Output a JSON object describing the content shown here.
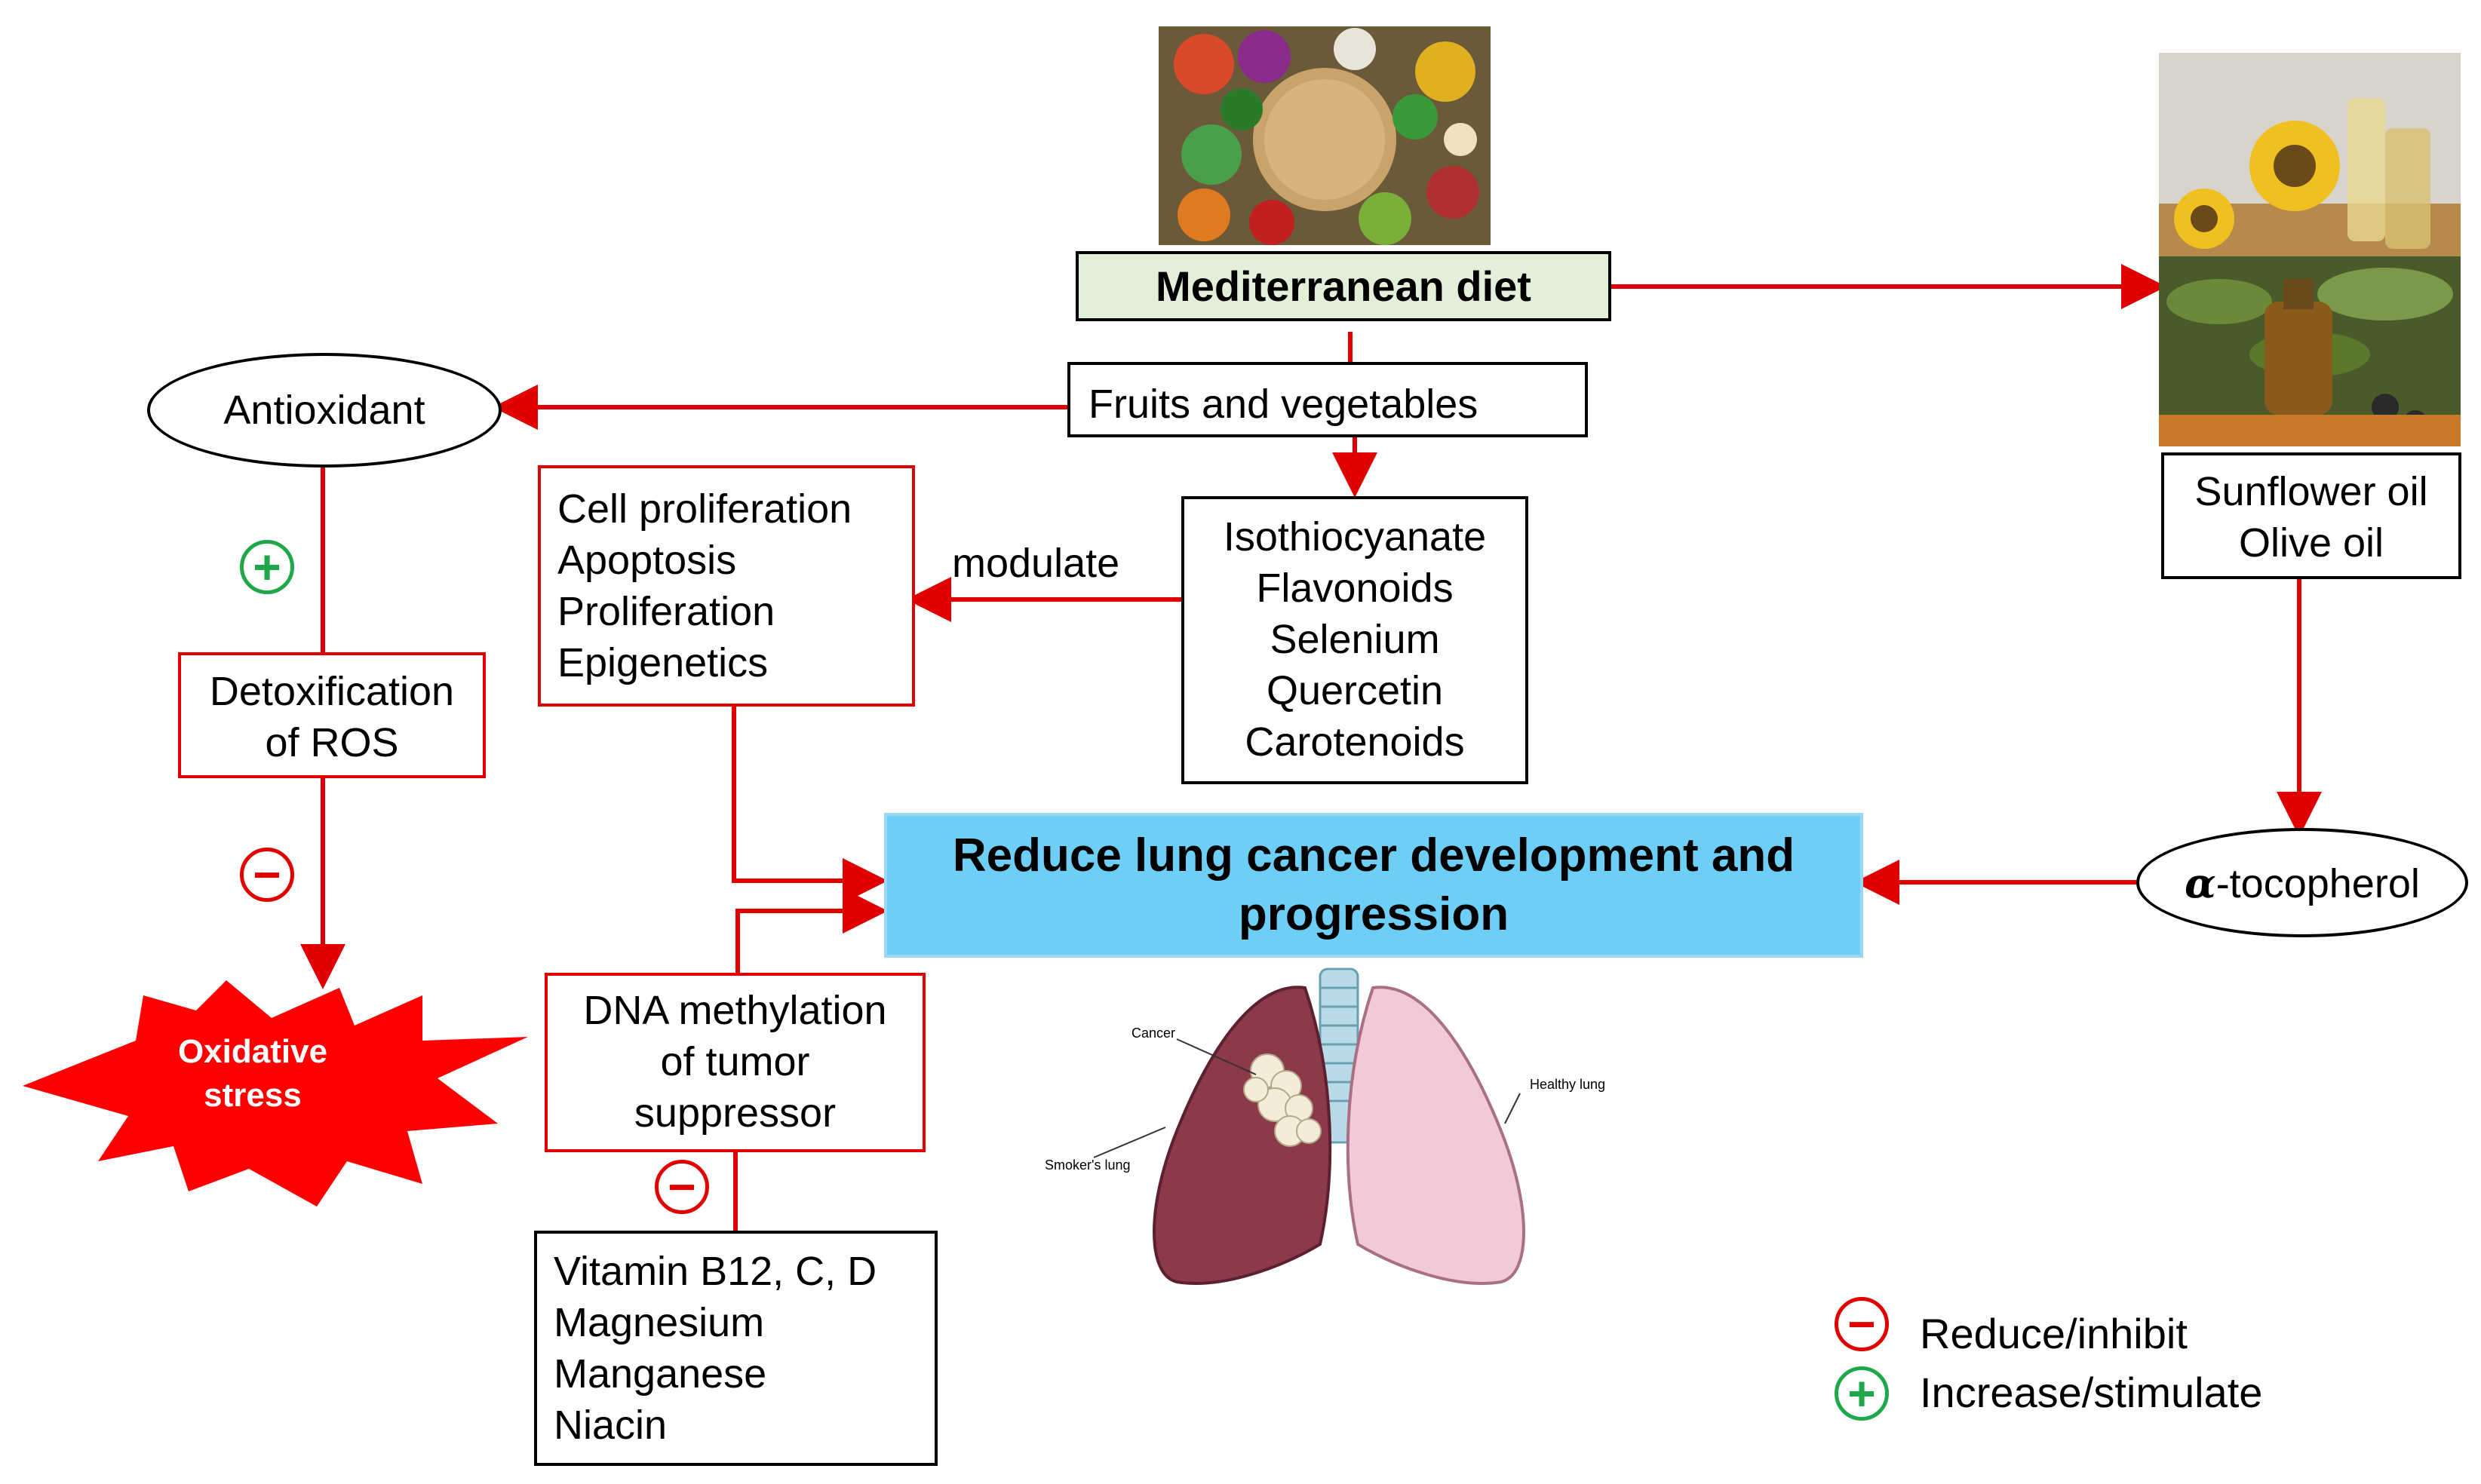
{
  "nodes": {
    "mediterranean_diet": "Mediterranean diet",
    "fruits_vegetables": "Fruits and vegetables",
    "antioxidant": "Antioxidant",
    "detox": [
      "Detoxification",
      "of ROS"
    ],
    "oxidative_stress": [
      "Oxidative",
      "stress"
    ],
    "cell_processes": [
      "Cell proliferation",
      "Apoptosis",
      "Proliferation",
      "Epigenetics"
    ],
    "modulate_label": "modulate",
    "compounds": [
      "Isothiocyanate",
      "Flavonoids",
      "Selenium",
      "Quercetin",
      "Carotenoids"
    ],
    "oils": [
      "Sunflower oil",
      "Olive oil"
    ],
    "tocopherol": "-tocopherol",
    "tocopherol_symbol": "α",
    "outcome": [
      "Reduce lung cancer development and",
      "progression"
    ],
    "dna_methylation": [
      "DNA methylation",
      "of tumor",
      "suppressor"
    ],
    "vitamins": [
      "Vitamin B12, C, D",
      "Magnesium",
      "Manganese",
      "Niacin"
    ]
  },
  "lung_labels": {
    "cancer": "Cancer",
    "healthy": "Healthy lung",
    "smoker": "Smoker's lung"
  },
  "legend": {
    "reduce": "Reduce/inhibit",
    "increase": "Increase/stimulate"
  },
  "signs": {
    "plus": "+",
    "minus": "−"
  },
  "colors": {
    "arrow": "#e00000",
    "plus": "#1fa84a",
    "outcome_fill": "#6ecff6",
    "diet_fill": "#e2f0d9"
  }
}
